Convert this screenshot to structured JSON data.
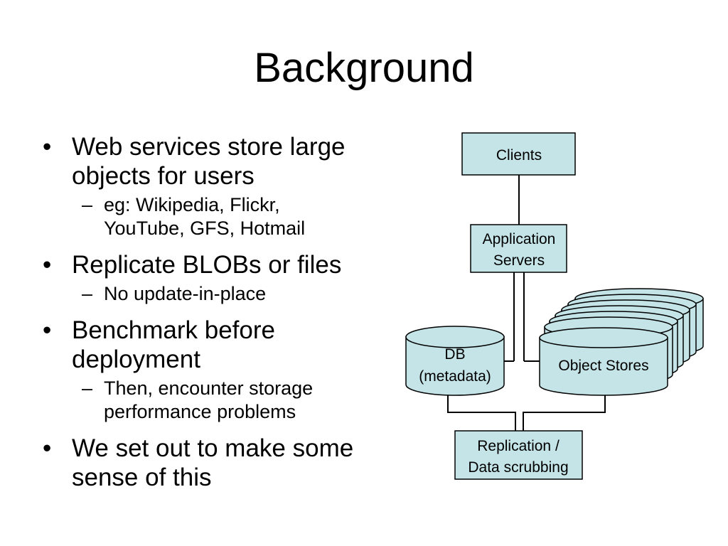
{
  "slide": {
    "title": "Background"
  },
  "bullets": [
    {
      "text_line1": "Web services store large",
      "text_line2": "objects for users",
      "subs": [
        {
          "line1": "eg: Wikipedia, Flickr,",
          "line2": "YouTube, GFS, Hotmail"
        }
      ]
    },
    {
      "text_line1": "Replicate BLOBs or files",
      "subs": [
        {
          "line1": "No update-in-place"
        }
      ]
    },
    {
      "text_line1": "Benchmark before",
      "text_line2": "deployment",
      "subs": [
        {
          "line1": "Then, encounter storage",
          "line2": "performance problems"
        }
      ]
    },
    {
      "text_line1": "We set out to make some",
      "text_line2": "sense of this"
    }
  ],
  "markers": {
    "bullet": "•",
    "dash": "–"
  },
  "diagram": {
    "clients_label": "Clients",
    "app_servers_line1": "Application",
    "app_servers_line2": "Servers",
    "db_line1": "DB",
    "db_line2": "(metadata)",
    "object_stores_label": "Object Stores",
    "replication_line1": "Replication /",
    "replication_line2": "Data scrubbing",
    "colors": {
      "box_fill": "#c4e4e8",
      "outline": "#000000"
    }
  }
}
